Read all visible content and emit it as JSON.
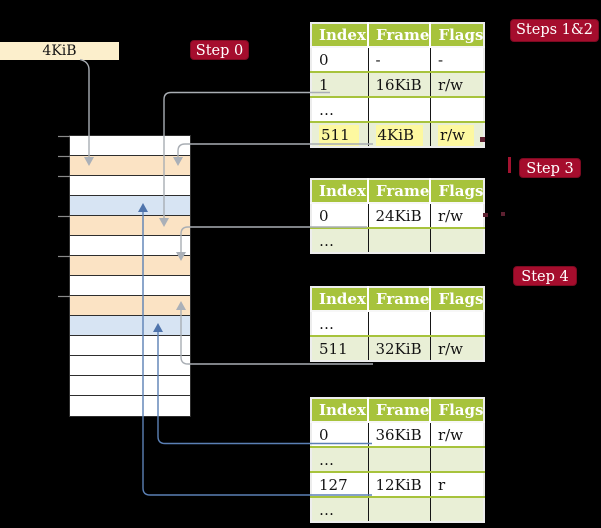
{
  "frame_box": {
    "label": "4KiB"
  },
  "badges": {
    "step0": "Step 0",
    "steps12": "Steps 1&2",
    "step3": "Step 3",
    "step4": "Step 4"
  },
  "memory": {
    "rows": [
      {
        "color": "white"
      },
      {
        "color": "orange"
      },
      {
        "color": "white"
      },
      {
        "color": "blue"
      },
      {
        "color": "orange"
      },
      {
        "color": "white"
      },
      {
        "color": "orange"
      },
      {
        "color": "white"
      },
      {
        "color": "orange"
      },
      {
        "color": "blue"
      },
      {
        "color": "white"
      },
      {
        "color": "white"
      },
      {
        "color": "white"
      },
      {
        "color": "white"
      }
    ]
  },
  "tables": [
    {
      "headers": [
        "Index",
        "Frame",
        "Flags"
      ],
      "rows": [
        {
          "cells": [
            "0",
            "-",
            "-"
          ]
        },
        {
          "cells": [
            "1",
            "16KiB",
            "r/w"
          ]
        },
        {
          "cells": [
            "…",
            "",
            ""
          ]
        },
        {
          "cells": [
            "511",
            "4KiB",
            "r/w"
          ],
          "highlight": true
        }
      ]
    },
    {
      "headers": [
        "Index",
        "Frame",
        "Flags"
      ],
      "rows": [
        {
          "cells": [
            "0",
            "24KiB",
            "r/w"
          ]
        },
        {
          "cells": [
            "…",
            "",
            ""
          ]
        }
      ]
    },
    {
      "headers": [
        "Index",
        "Frame",
        "Flags"
      ],
      "rows": [
        {
          "cells": [
            "…",
            "",
            ""
          ]
        },
        {
          "cells": [
            "511",
            "32KiB",
            "r/w"
          ]
        }
      ]
    },
    {
      "headers": [
        "Index",
        "Frame",
        "Flags"
      ],
      "rows": [
        {
          "cells": [
            "0",
            "36KiB",
            "r/w"
          ]
        },
        {
          "cells": [
            "…",
            "",
            ""
          ]
        },
        {
          "cells": [
            "127",
            "12KiB",
            "r"
          ]
        },
        {
          "cells": [
            "…",
            "",
            ""
          ]
        }
      ]
    }
  ],
  "colors": {
    "background": "#000000",
    "badge_red": "#a50d2d",
    "header_green": "#a7c33c",
    "row_green": "#e9efd6",
    "memory_orange": "#fbe3c4",
    "memory_blue": "#d7e4f3",
    "frame_box_cream": "#fcefcc",
    "highlight_yellow": "#fdf8a0",
    "wire_gray": "#a9aeb4",
    "wire_blue": "#5b80b5"
  }
}
